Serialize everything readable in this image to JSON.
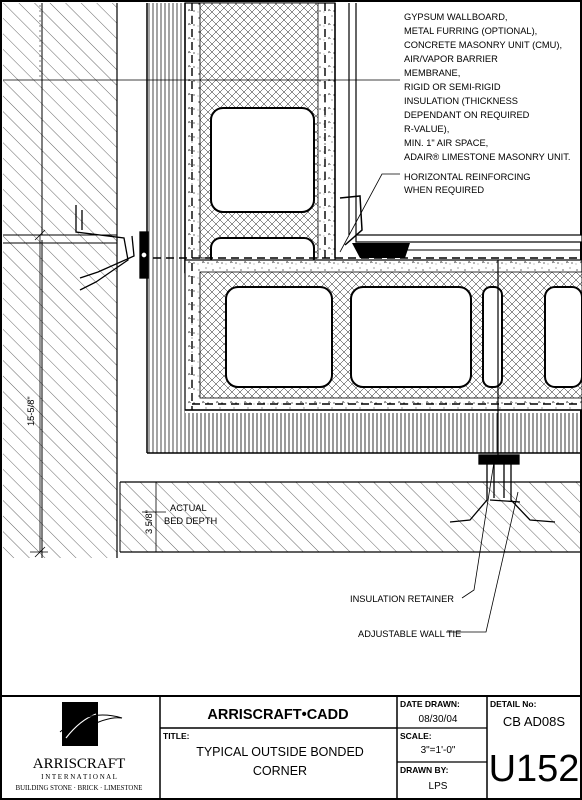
{
  "notes": {
    "assembly_lines": [
      "GYPSUM WALLBOARD,",
      "METAL FURRING (OPTIONAL),",
      "CONCRETE MASONRY UNIT (CMU),",
      "AIR/VAPOR BARRIER",
      "MEMBRANE,",
      "RIGID OR SEMI-RIGID",
      "INSULATION (THICKNESS",
      "DEPENDANT ON REQUIRED",
      "R-VALUE),",
      "MIN. 1\" AIR SPACE,",
      "ADAIR® LIMESTONE MASONRY UNIT."
    ],
    "horizontal_reinforcing": [
      "HORIZONTAL REINFORCING",
      "WHEN REQUIRED"
    ],
    "insulation_retainer": "INSULATION RETAINER",
    "adjustable_wall_tie": "ADJUSTABLE WALL TIE",
    "actual_bed_depth": [
      "ACTUAL",
      "BED DEPTH"
    ]
  },
  "dimensions": {
    "height": "15-5/8\"",
    "bed_depth": "3 5/8\""
  },
  "title_block": {
    "logo": {
      "name": "ARRISCRAFT",
      "sub": "I N T E R N A T I O N A L",
      "tagline": "BUILDING STONE · BRICK · LIMESTONE"
    },
    "company": "ARRISCRAFT•CADD",
    "title_label": "TITLE:",
    "title_lines": [
      "TYPICAL OUTSIDE BONDED",
      "CORNER"
    ],
    "date_label": "DATE DRAWN:",
    "date_value": "08/30/04",
    "scale_label": "SCALE:",
    "scale_value": "3\"=1'-0\"",
    "drawn_label": "DRAWN BY:",
    "drawn_value": "LPS",
    "detail_label": "DETAIL No:",
    "detail_code": "CB AD08S",
    "detail_number": "U152"
  },
  "colors": {
    "ink": "#000000",
    "paper": "#ffffff"
  }
}
